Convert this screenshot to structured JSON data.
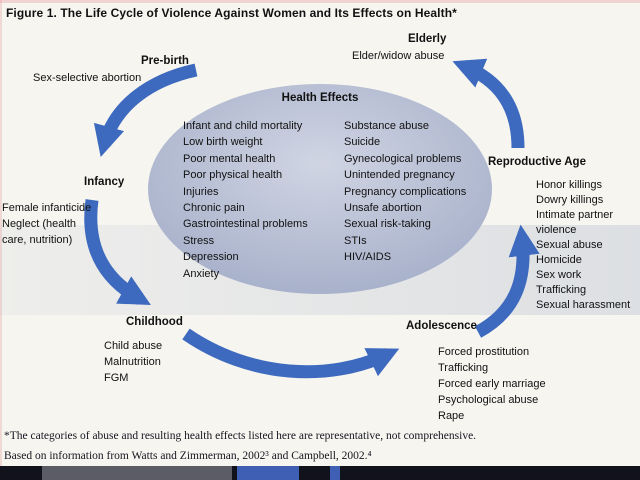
{
  "title": "Figure 1. The Life Cycle of Violence Against Women and Its Effects on Health*",
  "center": {
    "title": "Health Effects",
    "left": [
      "Infant and child mortality",
      "Low birth weight",
      "Poor mental health",
      "Poor physical health",
      "Injuries",
      "Chronic pain",
      "Gastrointestinal problems",
      "Stress",
      "Depression",
      "Anxiety"
    ],
    "right": [
      "Substance abuse",
      "Suicide",
      "Gynecological problems",
      "Unintended pregnancy",
      "Pregnancy complications",
      "Unsafe abortion",
      "Sexual risk-taking",
      "STIs",
      "HIV/AIDS"
    ]
  },
  "stages": {
    "prebirth": {
      "label": "Pre-birth",
      "items": [
        "Sex-selective abortion"
      ]
    },
    "infancy": {
      "label": "Infancy",
      "items": [
        "Female infanticide",
        "Neglect (health care, nutrition)"
      ]
    },
    "childhood": {
      "label": "Childhood",
      "items": [
        "Child abuse",
        "Malnutrition",
        "FGM"
      ]
    },
    "adolescence": {
      "label": "Adolescence",
      "items": [
        "Forced prostitution",
        "Trafficking",
        "Forced early marriage",
        "Psychological abuse",
        "Rape"
      ]
    },
    "reproductive": {
      "label": "Reproductive Age",
      "items": [
        "Honor killings",
        "Dowry killings",
        "Intimate partner violence",
        "Sexual abuse",
        "Homicide",
        "Sex work",
        "Trafficking",
        "Sexual harassment"
      ]
    },
    "elderly": {
      "label": "Elderly",
      "items": [
        "Elder/widow abuse"
      ]
    }
  },
  "footnotes": [
    "*The categories of abuse and resulting health effects listed here are representative, not comprehensive.",
    "Based on information from Watts and Zimmerman, 2002³ and Campbell, 2002.⁴"
  ],
  "colors": {
    "arrow": "#3d6abe",
    "ellipse_inner": "#d0d5e3",
    "ellipse_outer": "#a0aac6"
  }
}
